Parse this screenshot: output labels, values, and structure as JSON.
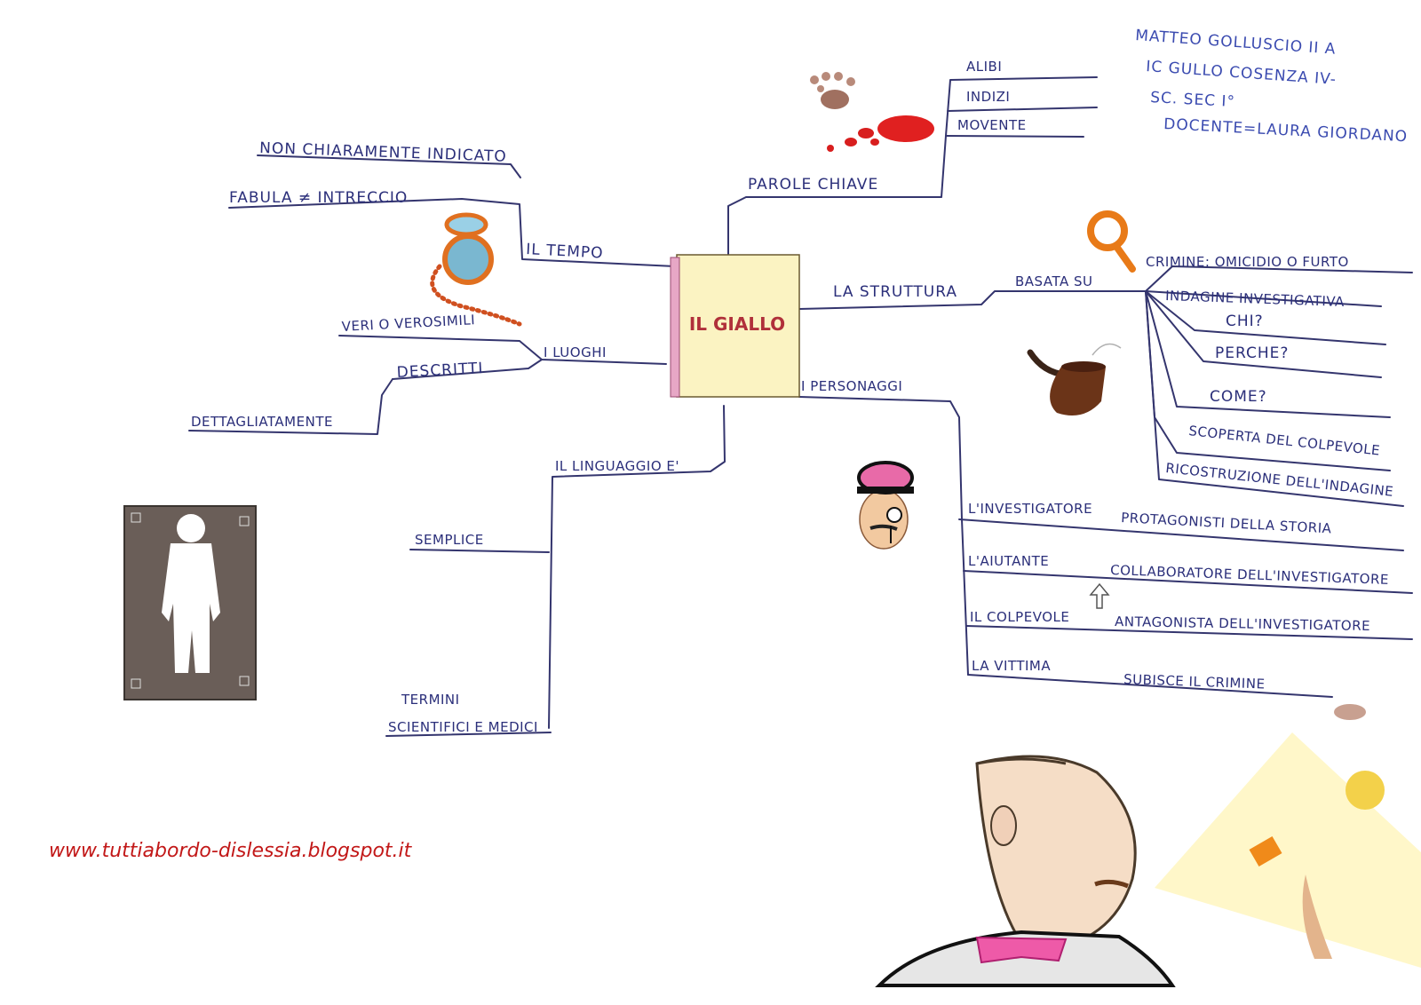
{
  "header": {
    "author": "MATTEO GOLLUSCIO II A",
    "school": "IC GULLO COSENZA IV-",
    "school_sec": "SC. SEC I°",
    "teacher": "DOCENTE=LAURA GIORDANO"
  },
  "center": {
    "title": "IL GIALLO"
  },
  "branches": {
    "tempo": {
      "label": "IL TEMPO",
      "children": [
        "NON CHIARAMENTE INDICATO",
        "FABULA ≠ INTRECCIO"
      ]
    },
    "luoghi": {
      "label": "I LUOGHI",
      "children": [
        "VERI O VEROSIMILI",
        "DESCRITTI",
        "DETTAGLIATAMENTE"
      ]
    },
    "linguaggio": {
      "label": "IL LINGUAGGIO E'",
      "children": [
        "SEMPLICE",
        "TERMINI",
        "SCIENTIFICI E MEDICI"
      ]
    },
    "parole": {
      "label": "PAROLE CHIAVE",
      "children": [
        "ALIBI",
        "INDIZI",
        "MOVENTE"
      ]
    },
    "struttura": {
      "label": "LA STRUTTURA",
      "sub": "BASATA SU",
      "children": [
        "CRIMINE: OMICIDIO O FURTO",
        "INDAGINE INVESTIGATIVA",
        "CHI?",
        "PERCHE?",
        "COME?",
        "SCOPERTA DEL COLPEVOLE",
        "RICOSTRUZIONE DELL'INDAGINE"
      ]
    },
    "personaggi": {
      "label": "I PERSONAGGI",
      "roles": [
        {
          "name": "L'INVESTIGATORE",
          "desc": "PROTAGONISTI DELLA STORIA"
        },
        {
          "name": "L'AIUTANTE",
          "desc": "COLLABORATORE DELL'INVESTIGATORE"
        },
        {
          "name": "IL COLPEVOLE",
          "desc": "ANTAGONISTA DELL'INVESTIGATORE"
        },
        {
          "name": "LA VITTIMA",
          "desc": "SUBISCE IL CRIMINE"
        }
      ]
    }
  },
  "footer": {
    "url": "www.tuttiabordo-dislessia.blogspot.it"
  },
  "colors": {
    "ink": "#2b2f7a",
    "url": "#c21818",
    "book": "#fbf3c2"
  },
  "icons": [
    "footprint-icon",
    "blood-drops-icon",
    "pocket-watch-icon",
    "magnifying-glass-icon",
    "pipe-icon",
    "detective-face-icon",
    "body-outline-icon",
    "detective-portrait-icon",
    "flashlight-icon"
  ]
}
